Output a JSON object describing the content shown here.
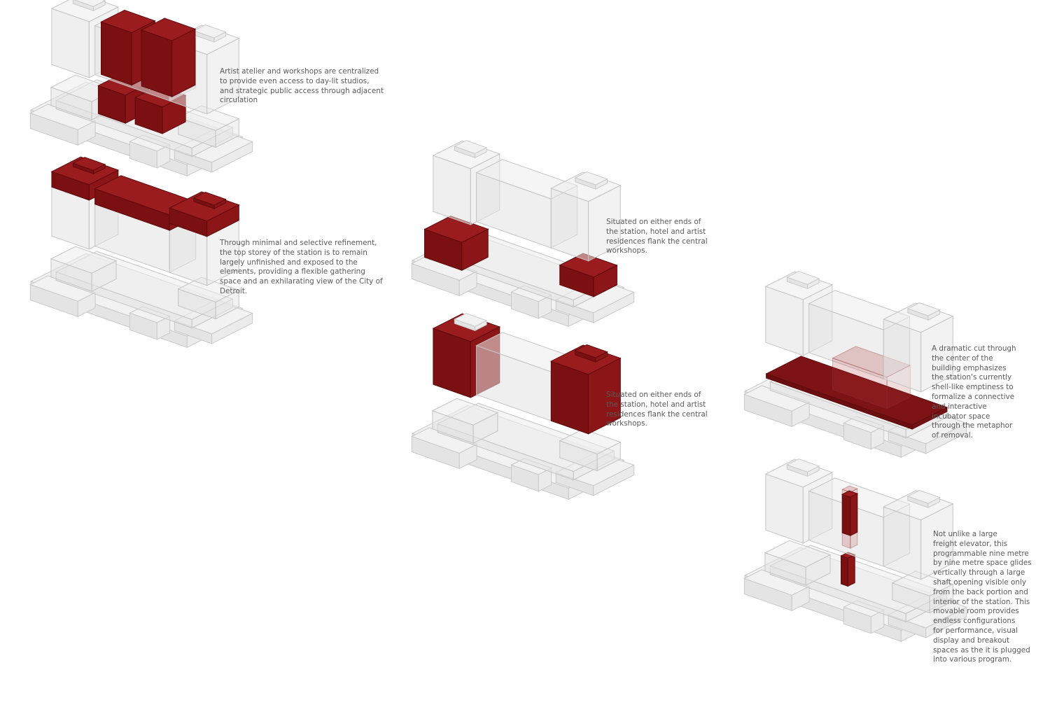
{
  "colors": {
    "accent": "#8c1517",
    "accent_dark": "#5e0a0c",
    "accent_translucent": "rgba(176,60,60,0.25)",
    "massing": "#ebebeb",
    "text": "#5a5a5a",
    "background": "#ffffff"
  },
  "diagrams": [
    {
      "id": "d1",
      "highlight": "central-workshops",
      "caption": "Artist atelier and workshops are centralized\nto provide even access to day-lit studios,\nand strategic public access through adjacent\ncirculation"
    },
    {
      "id": "d2",
      "highlight": "top-storey",
      "caption": "Through minimal and selective refinement,\nthe top storey of the station is to remain\nlargely unfinished and exposed to the\nelements, providing a flexible gathering\nspace and an exhilarating view of the City of\nDetroit."
    },
    {
      "id": "d3",
      "highlight": "lower-end-blocks",
      "caption": "Situated on either ends of\nthe station, hotel and artist\nresidences flank the central\nworkshops."
    },
    {
      "id": "d4",
      "highlight": "upper-end-blocks",
      "caption": "Situated on either ends of\nthe station, hotel and artist\nresidences flank the central\nworkshops."
    },
    {
      "id": "d5",
      "highlight": "central-cut",
      "caption": "A dramatic cut through\nthe center of the\nbuilding emphasizes\nthe station's currently\nshell-like emptiness to\nformalize a connective\nand interactive\nincubator space\nthrough the metaphor\nof removal."
    },
    {
      "id": "d6",
      "highlight": "elevator-shaft",
      "caption": "Not unlike a large\nfreight elevator, this\nprogrammable nine metre\nby nine metre space glides\nvertically through a large\nshaft opening visible only\nfrom the back portion and\ninterior of the station. This\nmovable room provides\nendless configurations\nfor performance, visual\ndisplay and breakout\nspaces as the it is plugged\ninto various program."
    }
  ]
}
